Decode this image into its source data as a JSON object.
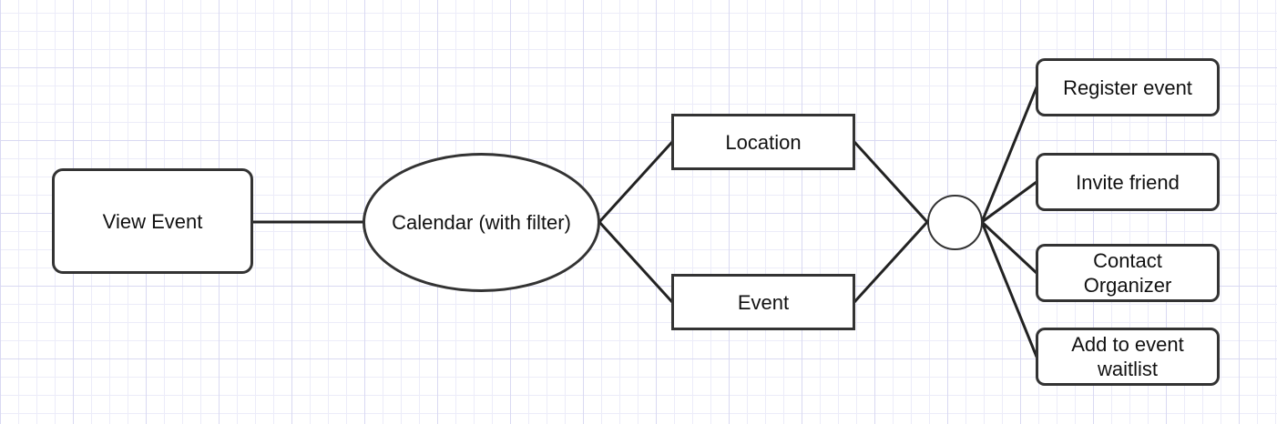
{
  "diagram": {
    "nodes": {
      "view_event": "View Event",
      "calendar": "Calendar (with filter)",
      "location": "Location",
      "event": "Event",
      "junction": "",
      "register_event": "Register event",
      "invite_friend": "Invite friend",
      "contact_organizer": "Contact\nOrganizer",
      "add_to_waitlist": "Add to event\nwaitlist"
    },
    "edges": [
      {
        "from": "view_event",
        "to": "calendar"
      },
      {
        "from": "calendar",
        "to": "location"
      },
      {
        "from": "calendar",
        "to": "event"
      },
      {
        "from": "location",
        "to": "junction"
      },
      {
        "from": "event",
        "to": "junction"
      },
      {
        "from": "junction",
        "to": "register_event"
      },
      {
        "from": "junction",
        "to": "invite_friend"
      },
      {
        "from": "junction",
        "to": "contact_organizer"
      },
      {
        "from": "junction",
        "to": "add_to_waitlist"
      }
    ],
    "colors": {
      "stroke": "#222222",
      "grid_major": "#d9d9f2",
      "grid_minor": "#ececf9"
    }
  }
}
